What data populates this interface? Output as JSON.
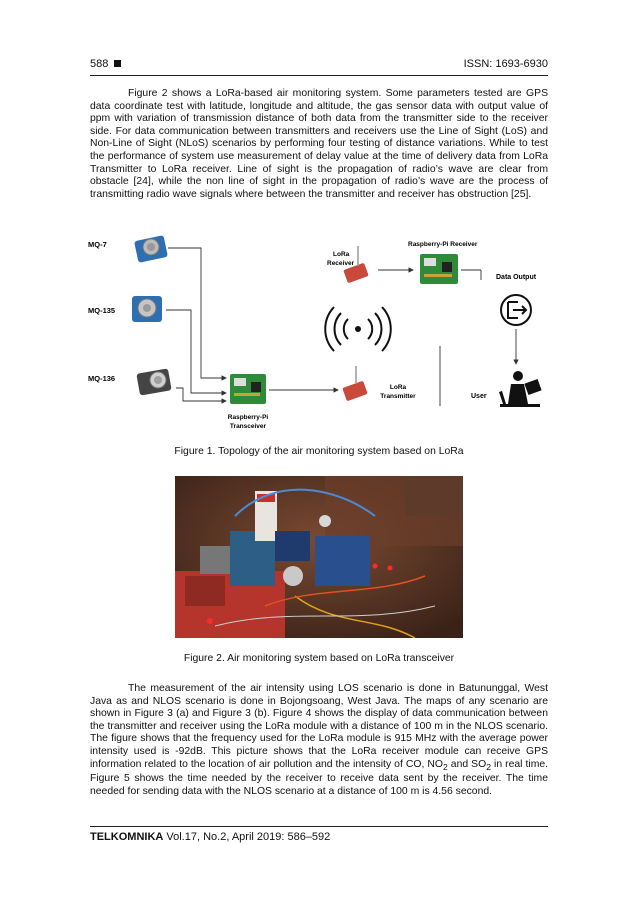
{
  "header": {
    "page_number": "588",
    "issn": "ISSN: 1693-6930"
  },
  "para1": "Figure 2 shows a LoRa-based air monitoring system. Some parameters tested are GPS data coordinate test with latitude, longitude and altitude, the gas sensor data with output value of ppm with variation of transmission distance of both data from the transmitter side to the receiver side. For data communication between transmitters and receivers use the Line of Sight (LoS) and Non-Line of Sight (NLoS) scenarios by performing four testing of distance variations. While to test the performance of system use measurement of delay value at the time of delivery data from LoRa Transmitter to LoRa receiver. Line of sight is the propagation of radio’s wave are clear from obstacle [24], while the non line of sight in the propagation of radio’s wave are the process of transmitting radio wave signals where between the transmitter and receiver has obstruction [25].",
  "figure1": {
    "sensor1": "MQ-7",
    "sensor2": "MQ-135",
    "sensor3": "MQ-136",
    "transceiver_line1": "Raspberry-Pi",
    "transceiver_line2": "Transceiver",
    "transmitter_line1": "LoRa",
    "transmitter_line2": "Transmitter",
    "receiver_line1": "LoRa",
    "receiver_line2": "Receiver",
    "rpi_receiver": "Raspberry-Pi Receiver",
    "data_output": "Data Output",
    "user": "User",
    "caption": "Figure 1. Topology of the air monitoring system based on LoRa"
  },
  "figure2": {
    "caption": "Figure 2. Air monitoring system based on LoRa transceiver"
  },
  "para2": {
    "a": "The measurement of the air intensity using LOS scenario is done in Batununggal, West Java as and NLOS scenario is done in Bojongsoang, West Java. The maps of any scenario are shown in Figure 3 (a) and Figure 3 (b). Figure 4 shows the display of data communication between the transmitter and receiver using the LoRa module with a distance of 100 m in the NLOS scenario. The figure shows that the frequency used for the LoRa module is 915 MHz with the average power intensity used is -92dB. This picture shows that the LoRa receiver module can receive GPS information related to the location of air pollution and the intensity of CO, NO",
    "sub1": "2",
    "b": " and SO",
    "sub2": "2",
    "c": " in real time. Figure 5 shows the time needed by the receiver to receive data sent by the receiver. The time needed for sending data with the NLOS scenario at a distance of 100 m is 4.56 second."
  },
  "footer": {
    "journal": "TELKOMNIKA",
    "citation": " Vol.17, No.2, April 2019:  586–592"
  }
}
